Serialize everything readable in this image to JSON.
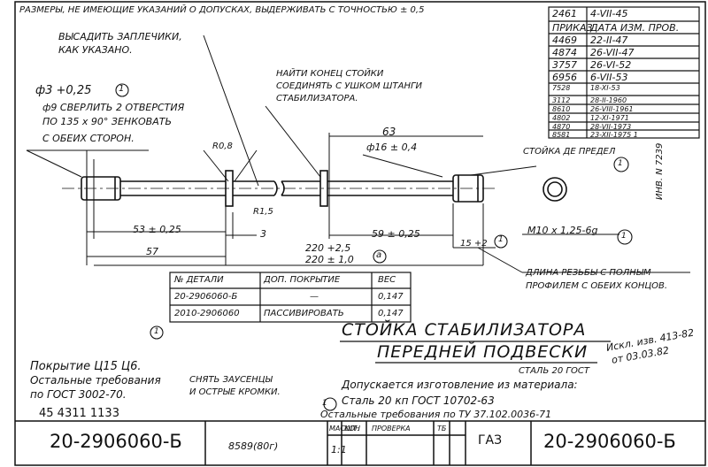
{
  "top_note": "РАЗМЕРЫ, НЕ ИМЕЮЩИЕ УКАЗАНИЙ О ДОПУСКАХ, ВЫДЕРЖИВАТЬ С ТОЧНОСТЬЮ ± 0,5",
  "revisions": [
    [
      "2461",
      "4-VII-45"
    ],
    [
      "ПРИКАЗ",
      "ДАТА ИЗМ. ПРОВ."
    ],
    [
      "4469",
      "22-II-47"
    ],
    [
      "4874",
      "26-VII-47"
    ],
    [
      "3757",
      "26-VI-52"
    ],
    [
      "6956",
      "6-VII-53"
    ],
    [
      "7528",
      "18-XI-53"
    ],
    [
      "3112",
      "28-II-1960"
    ],
    [
      "8610",
      "26-VIII-1961"
    ],
    [
      "4802",
      "12-XI-1971"
    ],
    [
      "4870",
      "28-VII-1973"
    ],
    [
      "8581",
      "23-XII-1975 1"
    ]
  ],
  "notes": {
    "upset_shoulders": "ВЫСАДИТЬ ЗАПЛЕЧИКИ,",
    "as_shown": "КАК УКАЗАНО.",
    "hole_dia": "ф3 +0,25",
    "hole_circle": "1",
    "drill_hole_1": "ф9 СВЕРЛИТЬ 2 ОТВЕРСТИЯ",
    "drill_hole_2": "ПО 135 х 90° ЗЕНКОВАТЬ",
    "drill_hole_3": "С ОБЕИХ СТОРОН.",
    "end_connect_1": "НАЙТИ КОНЕЦ СТОЙКИ",
    "end_connect_2": "СОЕДИНЯТЬ С УШКОМ ШТАНГИ",
    "end_connect_3": "СТАБИЛИЗАТОРА.",
    "thread_length_1": "ДЛИНА РЕЗЬБЫ С ПОЛНЫМ",
    "thread_length_2": "ПРОФИЛЕМ С ОБЕИХ КОНЦОВ.",
    "strut_label": "СТОЙКА ДЕ ПРЕДЕЛ",
    "inv_number": "ИНВ. N 7239"
  },
  "dims": {
    "d63": "63",
    "d16": "ф16 ± 0,4",
    "r08": "R0,8",
    "r15": "R1,5",
    "d53": "53 ± 0,25",
    "d3": "3",
    "d57": "57",
    "d59": "59 ± 0,25",
    "d220a": "220 +2,5",
    "d220b": "220 ± 1,0",
    "d15": "15 +2",
    "thread": "М10 х 1,25-6g",
    "circle1": "1",
    "circle_a": "a"
  },
  "parts_table": {
    "headers": [
      "№ ДЕТАЛИ",
      "ДОП. ПОКРЫТИЕ",
      "ВЕС"
    ],
    "rows": [
      [
        "20-2906060-Б",
        "—",
        "0,147"
      ],
      [
        "2010-2906060",
        "ПАССИВИРОВАТЬ",
        "0,147"
      ]
    ]
  },
  "title": {
    "line1": "СТОЙКА СТАБИЛИЗАТОРА",
    "line2": "ПЕРЕДНЕЙ ПОДВЕСКИ",
    "excl1": "Искл. изв. 413-82",
    "excl2": "от 03.03.82",
    "material_label": "СТАЛЬ 20 ГОСТ",
    "allowed": "Допускается изготовление из материала:",
    "steel": "Сталь 20 кп ГОСТ 10702-63",
    "other_req": "Остальные требования по ТУ 37.102.0036-71"
  },
  "coating": {
    "line1": "Покрытие Ц15 Ц6.",
    "line2": "Остальные требования",
    "line3": "по ГОСТ 3002-70.",
    "burr1": "СНЯТЬ ЗАУСЕНЦЫ",
    "burr2": "И ОСТРЫЕ КРОМКИ.",
    "code": "45 4311 1133"
  },
  "stamp": {
    "part_no": "20-2906060-Б",
    "part_no_right": "20-2906060-Б",
    "serial": "8589(80г)",
    "h_scale": "МАСШТ.",
    "h_con": "КОН",
    "h_check": "ПРОВЕРКА",
    "h_tb": "ТБ",
    "scale": "1:1",
    "factory": "ГАЗ"
  }
}
